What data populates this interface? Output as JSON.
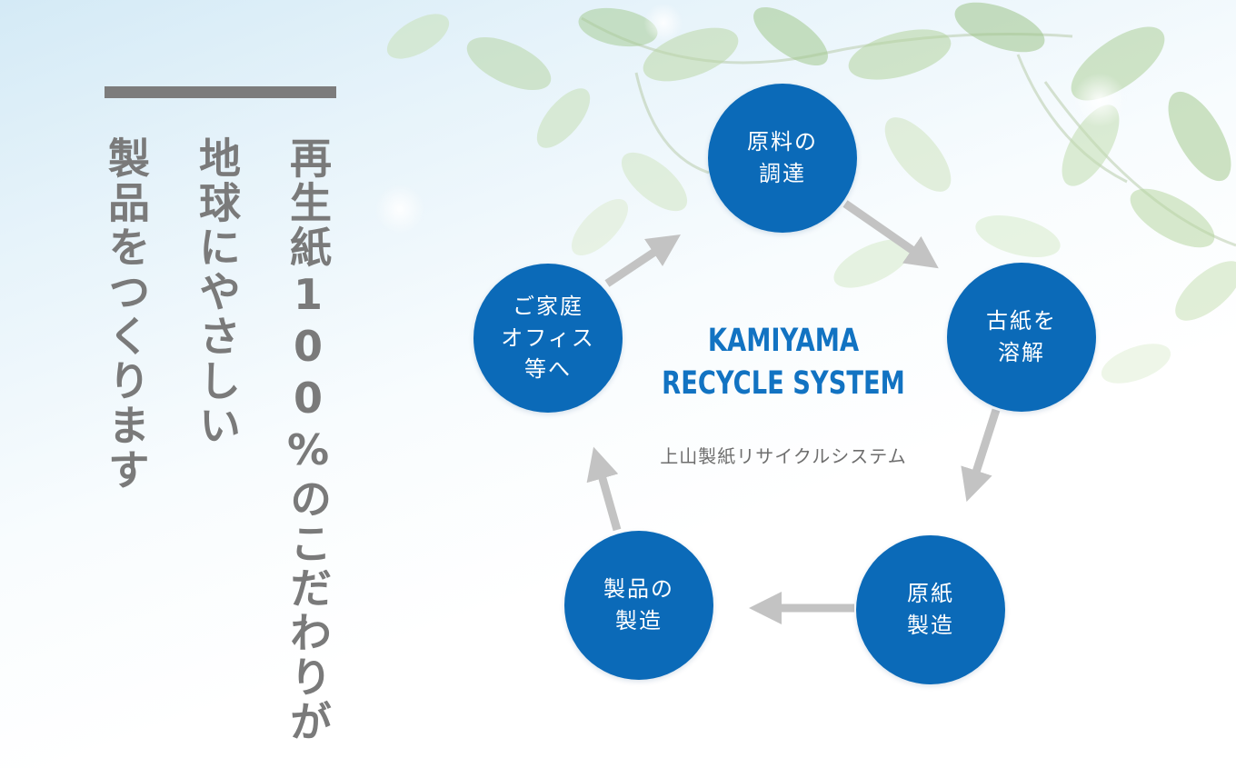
{
  "tagline": {
    "line1": "再生紙100%のこだわりが",
    "line2": "地球にやさしい",
    "line3": "製品をつくります"
  },
  "diagram": {
    "title_line1": "KAMIYAMA",
    "title_line2": "RECYCLE SYSTEM",
    "subtitle": "上山製紙リサイクルシステム",
    "nodes": [
      {
        "line1": "原料の",
        "line2": "調達"
      },
      {
        "line1": "古紙を",
        "line2": "溶解"
      },
      {
        "line1": "原紙",
        "line2": "製造"
      },
      {
        "line1": "製品の",
        "line2": "製造"
      },
      {
        "line1": "ご家庭",
        "line2": "オフィス",
        "line3": "等へ"
      }
    ]
  },
  "colors": {
    "node_fill": "#0b6ab8",
    "title_blue": "#1273c2",
    "arrow_gray": "#c3c3c3",
    "text_gray": "#7a7a7a"
  }
}
